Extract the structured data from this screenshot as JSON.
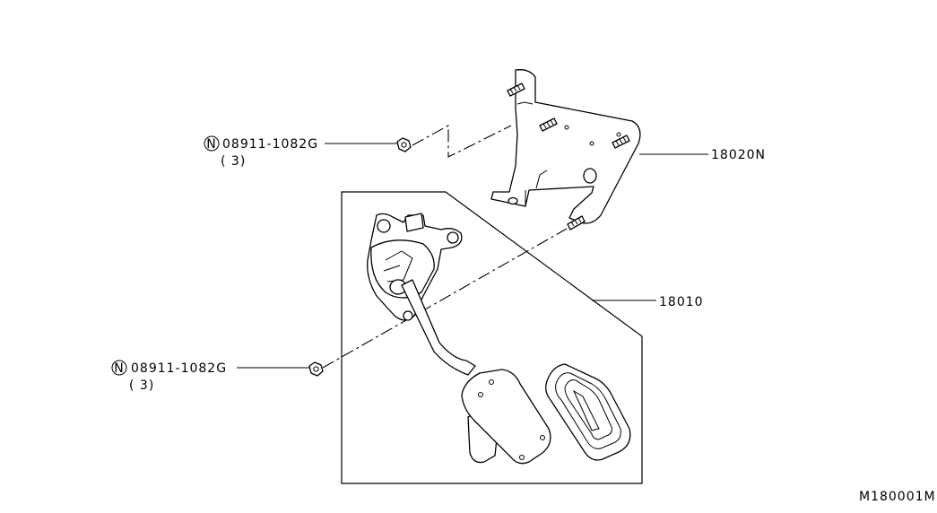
{
  "callouts": {
    "bracket_part_no": "18020N",
    "pedal_part_no": "18010",
    "nut_upper": {
      "symbol": "N",
      "part_no": "08911-1082G",
      "qty": "( 3)"
    },
    "nut_lower": {
      "symbol": "N",
      "part_no": "08911-1082G",
      "qty": "( 3)"
    }
  },
  "figure_code": "M180001M"
}
